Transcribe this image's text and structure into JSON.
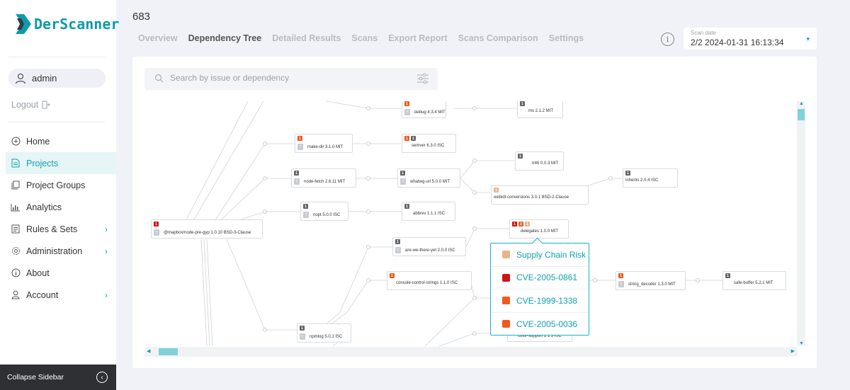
{
  "sidebar": {
    "logo_text": "DerScanner",
    "user": "admin",
    "logout": "Logout",
    "items": [
      {
        "label": "Home",
        "icon": "home-icon"
      },
      {
        "label": "Projects",
        "icon": "document-icon",
        "active": true
      },
      {
        "label": "Project Groups",
        "icon": "copy-icon"
      },
      {
        "label": "Analytics",
        "icon": "bar-chart-icon"
      },
      {
        "label": "Rules & Sets",
        "icon": "list-icon",
        "expandable": true
      },
      {
        "label": "Administration",
        "icon": "gear-icon",
        "expandable": true
      },
      {
        "label": "About",
        "icon": "info-icon"
      },
      {
        "label": "Account",
        "icon": "user-icon",
        "expandable": true
      }
    ],
    "collapse_label": "Collapse Sidebar"
  },
  "header": {
    "project_title": "683",
    "tabs": [
      "Overview",
      "Dependency Tree",
      "Detailed Results",
      "Scans",
      "Export Report",
      "Scans Comparison",
      "Settings"
    ],
    "active_tab": "Dependency Tree",
    "scan_select": {
      "label": "Scan date",
      "value": "2/2 2024-01-31 16:13:34"
    }
  },
  "search": {
    "placeholder": "Search by issue or dependency",
    "value": ""
  },
  "tree": {
    "nodes": [
      {
        "label": "debug 4.3.4 MIT",
        "badges": [
          {
            "c": "orange",
            "t": "1"
          }
        ]
      },
      {
        "label": "ms 2.1.2 MIT",
        "badges": [
          {
            "c": "gray",
            "t": "1"
          }
        ]
      },
      {
        "label": "make-dir 3.1.0 MIT",
        "badges": [
          {
            "c": "orange",
            "t": "1"
          }
        ]
      },
      {
        "label": "semver 6.3.0 ISC",
        "badges": [
          {
            "c": "orange",
            "t": "1"
          },
          {
            "c": "gray",
            "t": "1"
          }
        ]
      },
      {
        "label": "tr46 0.0.3 MIT",
        "badges": [
          {
            "c": "gray",
            "t": "1"
          }
        ]
      },
      {
        "label": "node-fetch 2.6.11 MIT",
        "badges": [
          {
            "c": "gray",
            "t": "1"
          }
        ]
      },
      {
        "label": "whatwg-url 5.0.0 MIT",
        "badges": [
          {
            "c": "gray",
            "t": "1"
          }
        ]
      },
      {
        "label": "inherits 2.0.4 ISC",
        "badges": [
          {
            "c": "gray",
            "t": "1"
          }
        ]
      },
      {
        "label": "webidl-conversions 3.0.1 BSD-2-Clause",
        "badges": [
          {
            "c": "peach",
            "t": "1"
          }
        ]
      },
      {
        "label": "nopt 5.0.0 ISC",
        "badges": [
          {
            "c": "gray",
            "t": "1"
          }
        ]
      },
      {
        "label": "abbrev 1.1.1 ISC",
        "badges": [
          {
            "c": "gray",
            "t": "1"
          }
        ]
      },
      {
        "label": "@mapbox/node-pre-gyp 1.0.10 BSD-3-Clause",
        "badges": [
          {
            "c": "red",
            "t": "1"
          }
        ]
      },
      {
        "label": "delegates 1.0.0 MIT",
        "badges": [
          {
            "c": "red",
            "t": "1"
          },
          {
            "c": "orange",
            "t": "2"
          },
          {
            "c": "peach",
            "t": "1"
          }
        ]
      },
      {
        "label": "are-we-there-yet 2.0.0 ISC",
        "badges": [
          {
            "c": "gray",
            "t": "1"
          }
        ]
      },
      {
        "label": "console-control-strings 1.1.0 ISC",
        "badges": [
          {
            "c": "orange",
            "t": "1"
          }
        ]
      },
      {
        "label": "string_decoder 1.3.0 MIT",
        "badges": [
          {
            "c": "orange",
            "t": "1"
          }
        ]
      },
      {
        "label": "safe-buffer 5.2.1 MIT",
        "badges": [
          {
            "c": "gray",
            "t": "1"
          }
        ]
      },
      {
        "label": "npmlog 5.0.1 ISC",
        "badges": [
          {
            "c": "gray",
            "t": "1"
          }
        ]
      },
      {
        "label": "color-support 1.1.3 ISC",
        "badges": []
      }
    ],
    "popup": [
      {
        "label": "Supply Chain Risk",
        "color": "#e8b48a"
      },
      {
        "label": "CVE-2005-0861",
        "color": "#d11414"
      },
      {
        "label": "CVE-1999-1338",
        "color": "#f0591e"
      },
      {
        "label": "CVE-2005-0036",
        "color": "#f0591e"
      }
    ]
  },
  "colors": {
    "accent": "#11a0b0",
    "sidebar_active_bg": "#e6f5f6",
    "orange": "#f0591e",
    "red": "#d11414",
    "peach": "#e8b48a"
  }
}
